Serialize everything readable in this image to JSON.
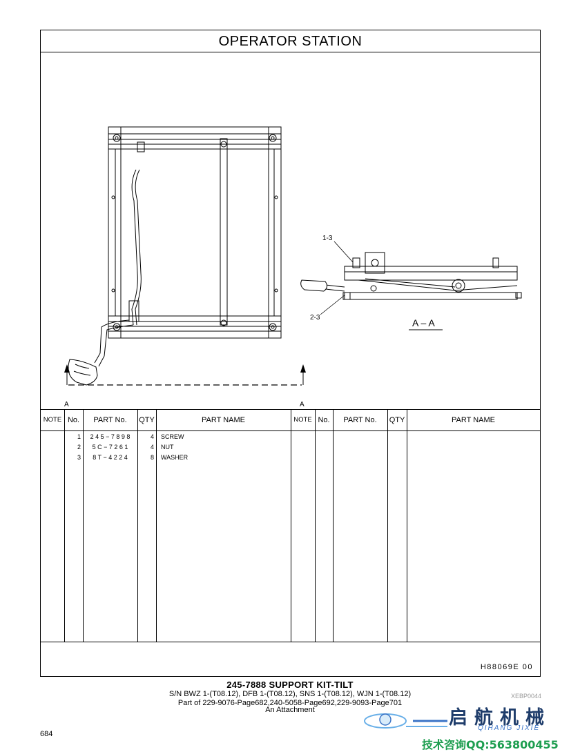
{
  "header": {
    "title": "OPERATOR   STATION"
  },
  "drawing": {
    "section_left": "A",
    "section_right": "A",
    "callout_1": "1-3",
    "callout_2": "2-3",
    "section_view_label": "A – A"
  },
  "table": {
    "headers": {
      "note": "NOTE",
      "no": "No.",
      "part_no": "PART No.",
      "qty": "QTY",
      "part_name": "PART NAME"
    },
    "rows": [
      {
        "no": "1",
        "part_no": "2 4 5 − 7 8 9 8",
        "qty": "4",
        "name": "SCREW"
      },
      {
        "no": "2",
        "part_no": "5 C − 7 2 6 1",
        "qty": "4",
        "name": "NUT"
      },
      {
        "no": "3",
        "part_no": "8 T − 4 2 2 4",
        "qty": "8",
        "name": "WASHER"
      }
    ]
  },
  "footer": {
    "reference": "H88069E    00",
    "kit_title": "245-7888  SUPPORT  KIT-TILT",
    "serial_line": "S/N BWZ 1-(T08.12), DFB 1-(T08.12), SNS 1-(T08.12), WJN 1-(T08.12)",
    "part_of_line": "Part of 229-9076-Page682,240-5058-Page692,229-9093-Page701",
    "attachment": "An Attachment",
    "page_number": "684"
  },
  "watermark": {
    "xebp": "XEBP0044",
    "logo_cn": "启航机械",
    "logo_pinyin": "QIHANG JIXIE",
    "contact": "技术咨询QQ:563800455"
  }
}
